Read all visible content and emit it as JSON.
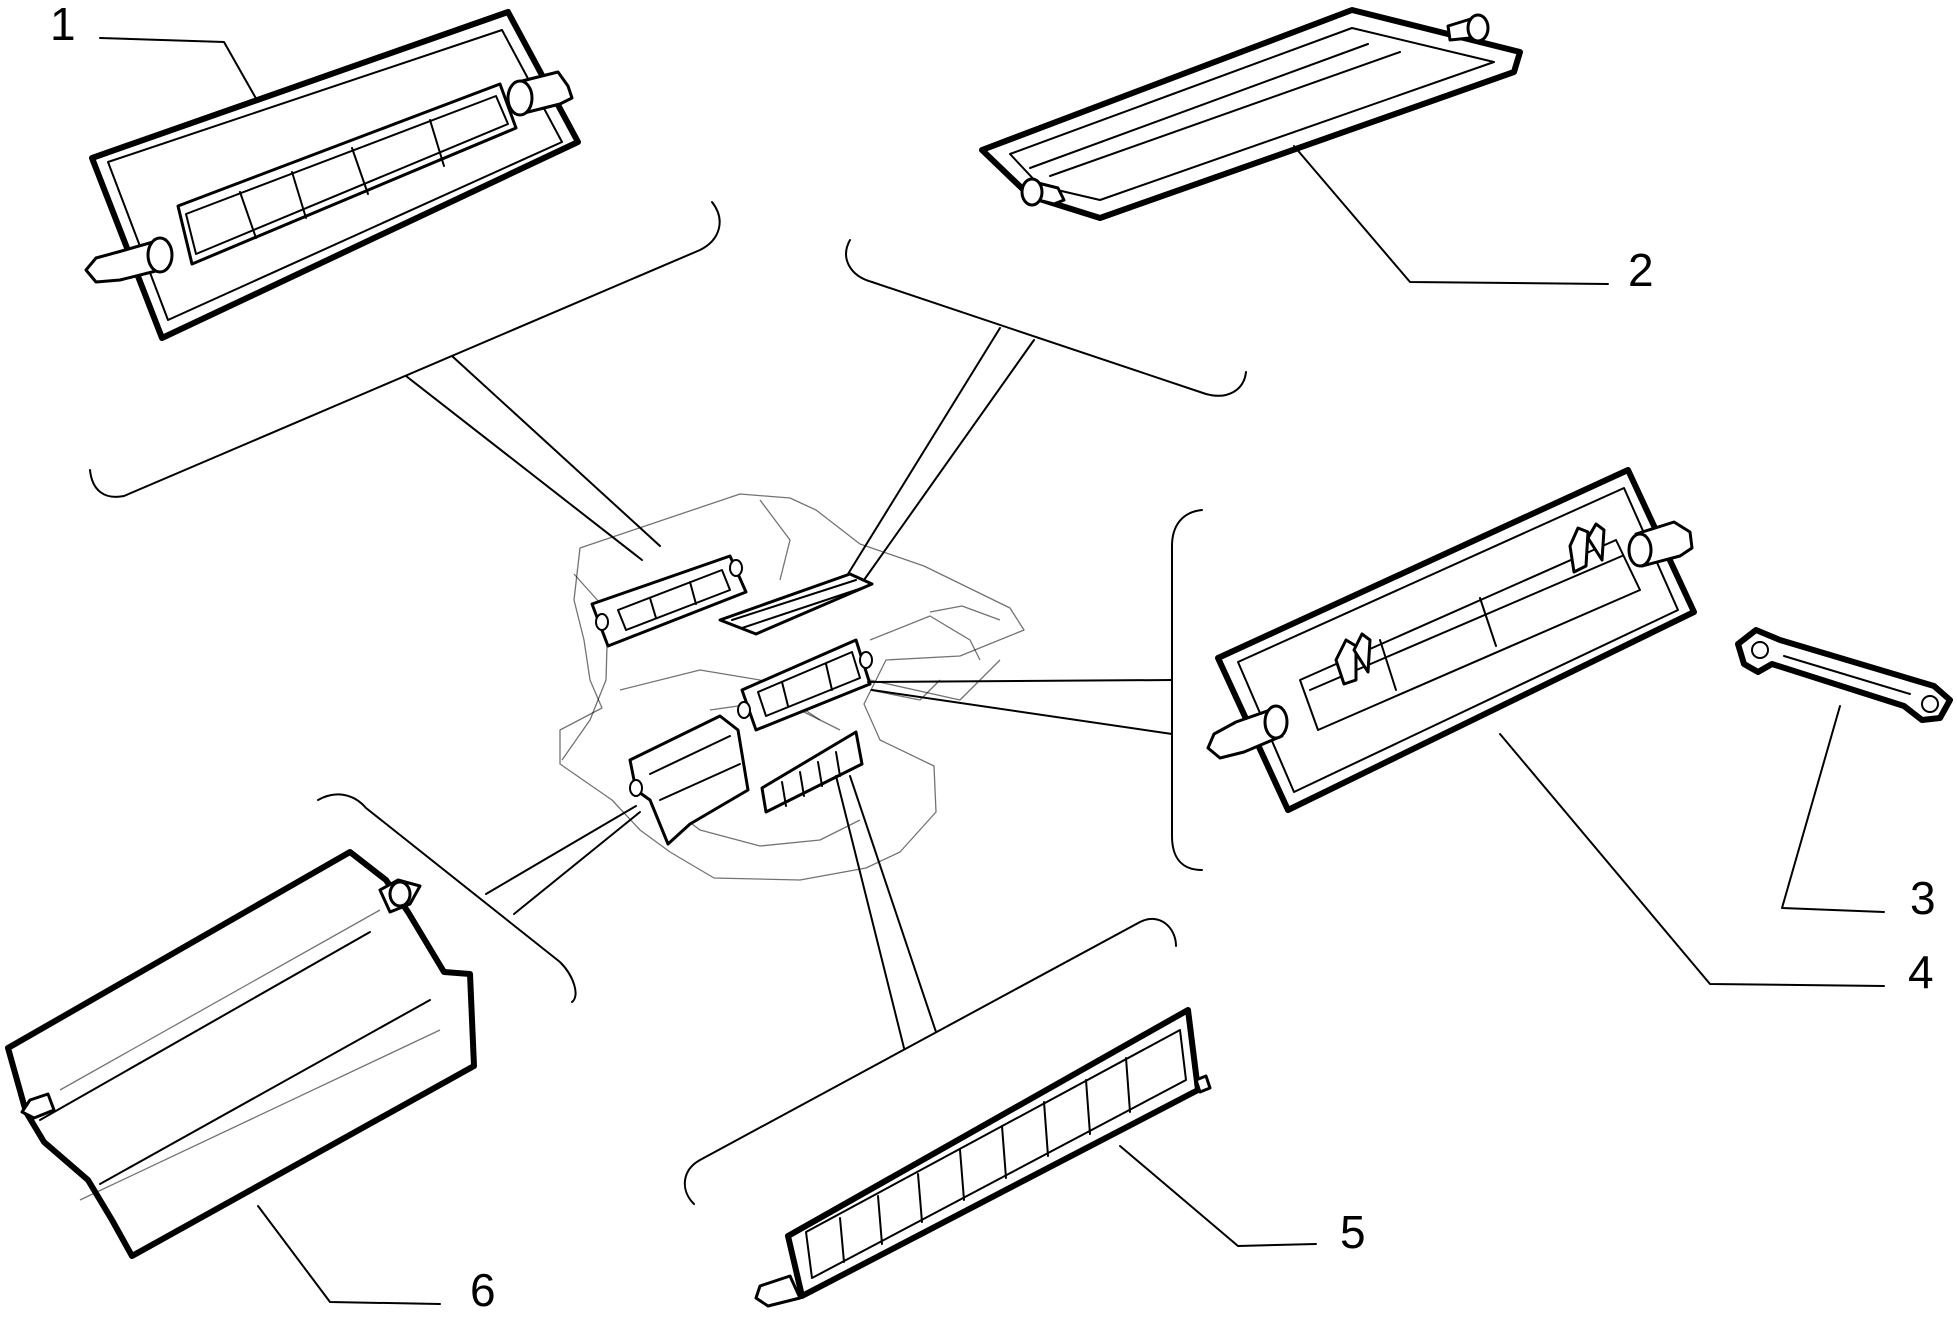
{
  "labels": {
    "part1": "1",
    "part2": "2",
    "part3": "3",
    "part4": "4",
    "part5": "5",
    "part6": "6"
  },
  "colors": {
    "ink": "#000000",
    "background": "#ffffff"
  }
}
